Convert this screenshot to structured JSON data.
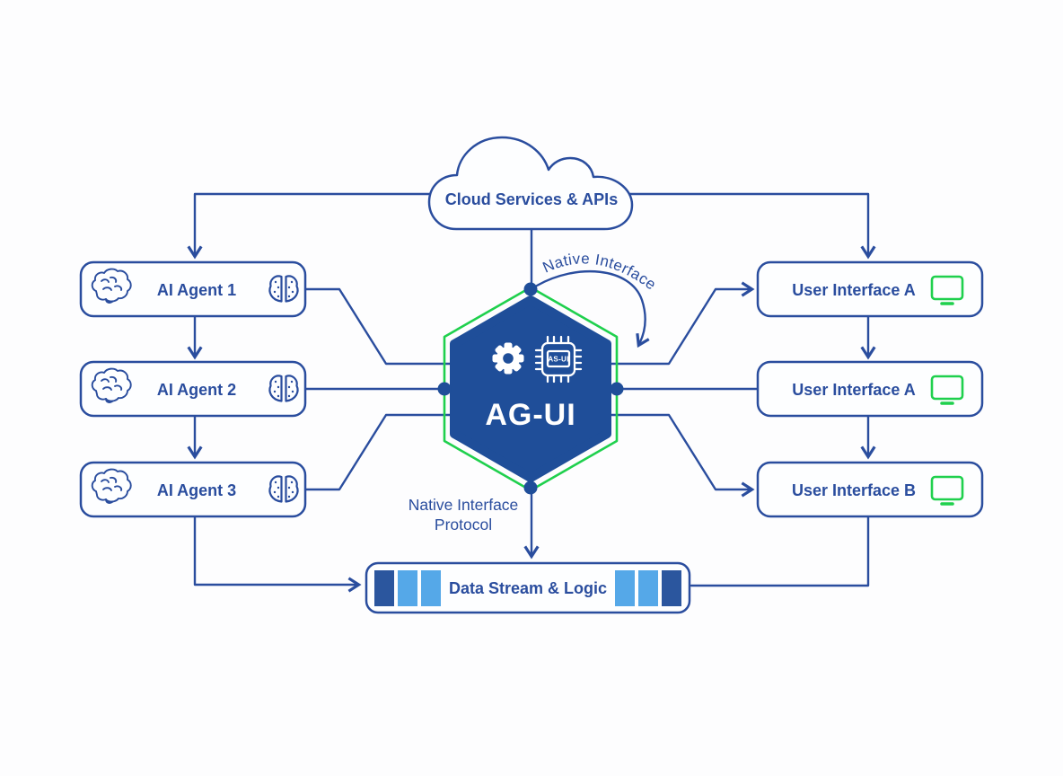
{
  "cloud": {
    "label": "Cloud Services & APIs"
  },
  "agents": [
    {
      "label": "AI Agent 1"
    },
    {
      "label": "AI Agent 2"
    },
    {
      "label": "AI Agent 3"
    }
  ],
  "hub": {
    "label": "AG-UI",
    "chip_label": "AS-UI"
  },
  "interfaces": [
    {
      "label": "User Interface A"
    },
    {
      "label": "User Interface A"
    },
    {
      "label": "User Interface B"
    }
  ],
  "annotations": {
    "native_interface": "Native Interface",
    "protocol_line1": "Native Interface",
    "protocol_line2": "Protocol"
  },
  "data_stream": {
    "label": "Data Stream & Logic"
  },
  "colors": {
    "primary_blue": "#2a4d9e",
    "hub_fill": "#1f4e99",
    "accent_green": "#1fd04d",
    "square_light_blue": "#55a8e8",
    "square_dark_blue": "#2b569e"
  }
}
